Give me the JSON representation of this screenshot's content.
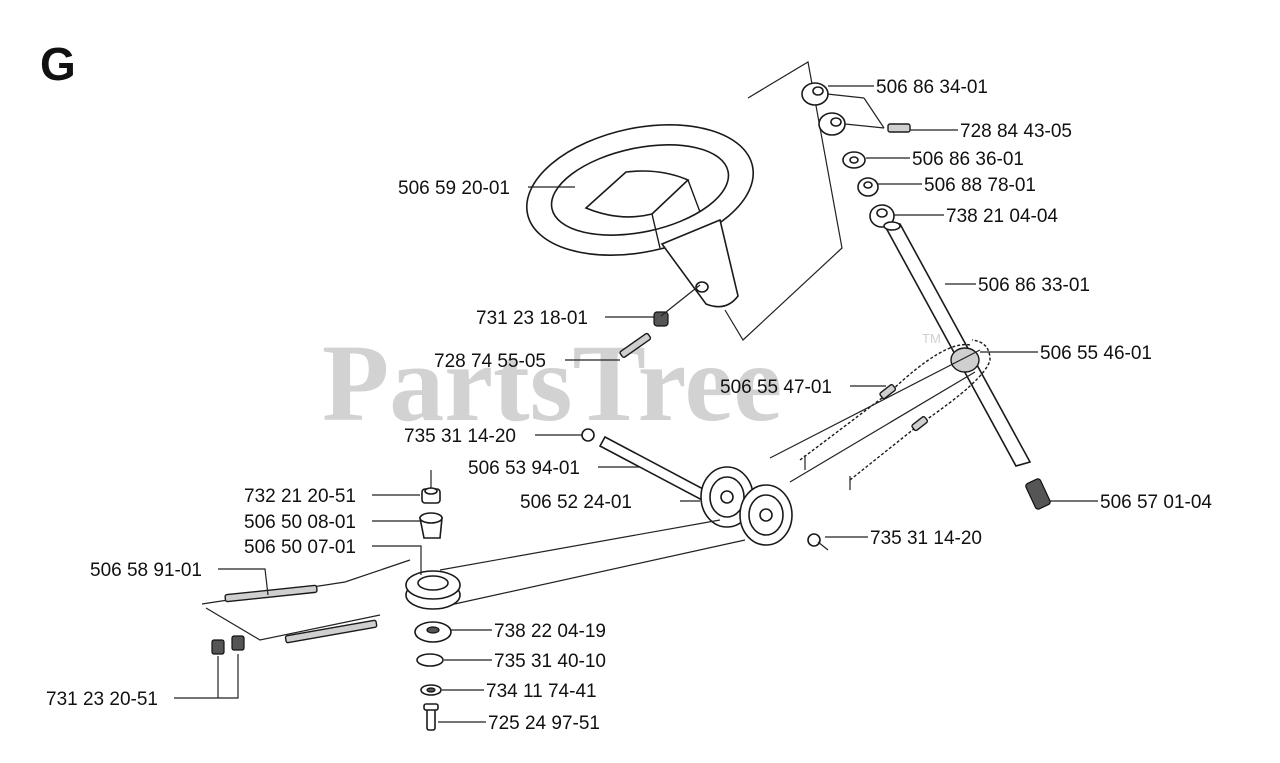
{
  "section_letter": "G",
  "watermark": {
    "text": "PartsTree",
    "trademark": "TM"
  },
  "parts": [
    {
      "id": "p-506-86-34-01",
      "label": "506 86 34-01"
    },
    {
      "id": "p-728-84-43-05",
      "label": "728 84 43-05"
    },
    {
      "id": "p-506-86-36-01",
      "label": "506 86 36-01"
    },
    {
      "id": "p-506-88-78-01",
      "label": "506 88 78-01"
    },
    {
      "id": "p-738-21-04-04",
      "label": "738 21 04-04"
    },
    {
      "id": "p-506-59-20-01",
      "label": "506 59 20-01"
    },
    {
      "id": "p-506-86-33-01",
      "label": "506 86 33-01"
    },
    {
      "id": "p-731-23-18-01",
      "label": "731 23 18-01"
    },
    {
      "id": "p-506-55-46-01",
      "label": "506 55 46-01"
    },
    {
      "id": "p-728-74-55-05",
      "label": "728 74 55-05"
    },
    {
      "id": "p-506-55-47-01",
      "label": "506 55 47-01"
    },
    {
      "id": "p-735-31-14-20-a",
      "label": "735 31 14-20"
    },
    {
      "id": "p-506-53-94-01",
      "label": "506 53 94-01"
    },
    {
      "id": "p-732-21-20-51",
      "label": "732 21 20-51"
    },
    {
      "id": "p-506-52-24-01",
      "label": "506 52 24-01"
    },
    {
      "id": "p-506-57-01-04",
      "label": "506 57 01-04"
    },
    {
      "id": "p-506-50-08-01",
      "label": "506 50 08-01"
    },
    {
      "id": "p-735-31-14-20-b",
      "label": "735 31 14-20"
    },
    {
      "id": "p-506-50-07-01",
      "label": "506 50 07-01"
    },
    {
      "id": "p-506-58-91-01",
      "label": "506 58 91-01"
    },
    {
      "id": "p-738-22-04-19",
      "label": "738 22 04-19"
    },
    {
      "id": "p-735-31-40-10",
      "label": "735 31 40-10"
    },
    {
      "id": "p-734-11-74-41",
      "label": "734 11 74-41"
    },
    {
      "id": "p-731-23-20-51",
      "label": "731 23 20-51"
    },
    {
      "id": "p-725-24-97-51",
      "label": "725 24 97-51"
    }
  ]
}
